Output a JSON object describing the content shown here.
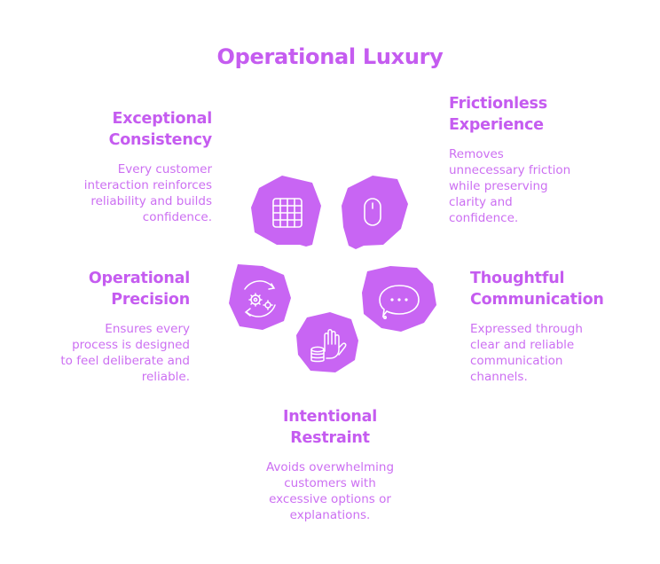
{
  "title": "Operational Luxury",
  "colors": {
    "accent": "#c55cf0",
    "shape": "#c865f3",
    "icon": "#ffffff"
  },
  "items": [
    {
      "heading_1": "Exceptional",
      "heading_2": "Consistency",
      "desc": [
        "Every customer",
        "interaction reinforces",
        "reliability and builds",
        "confidence."
      ],
      "icon": "grid-icon"
    },
    {
      "heading_1": "Frictionless",
      "heading_2": "Experience",
      "desc": [
        "Removes",
        "unnecessary friction",
        "while preserving",
        "clarity and",
        "confidence."
      ],
      "icon": "mouse-icon"
    },
    {
      "heading_1": "Thoughtful",
      "heading_2": "Communication",
      "desc": [
        "Expressed through",
        "clear and reliable",
        "communication",
        "channels."
      ],
      "icon": "speech-bubble-icon"
    },
    {
      "heading_1": "Intentional",
      "heading_2": "Restraint",
      "desc": [
        "Avoids overwhelming",
        "customers with",
        "excessive options or",
        "explanations."
      ],
      "icon": "hand-coins-icon"
    },
    {
      "heading_1": "Operational",
      "heading_2": "Precision",
      "desc": [
        "Ensures every",
        "process is designed",
        "to feel deliberate and",
        "reliable."
      ],
      "icon": "gears-cycle-icon"
    }
  ]
}
